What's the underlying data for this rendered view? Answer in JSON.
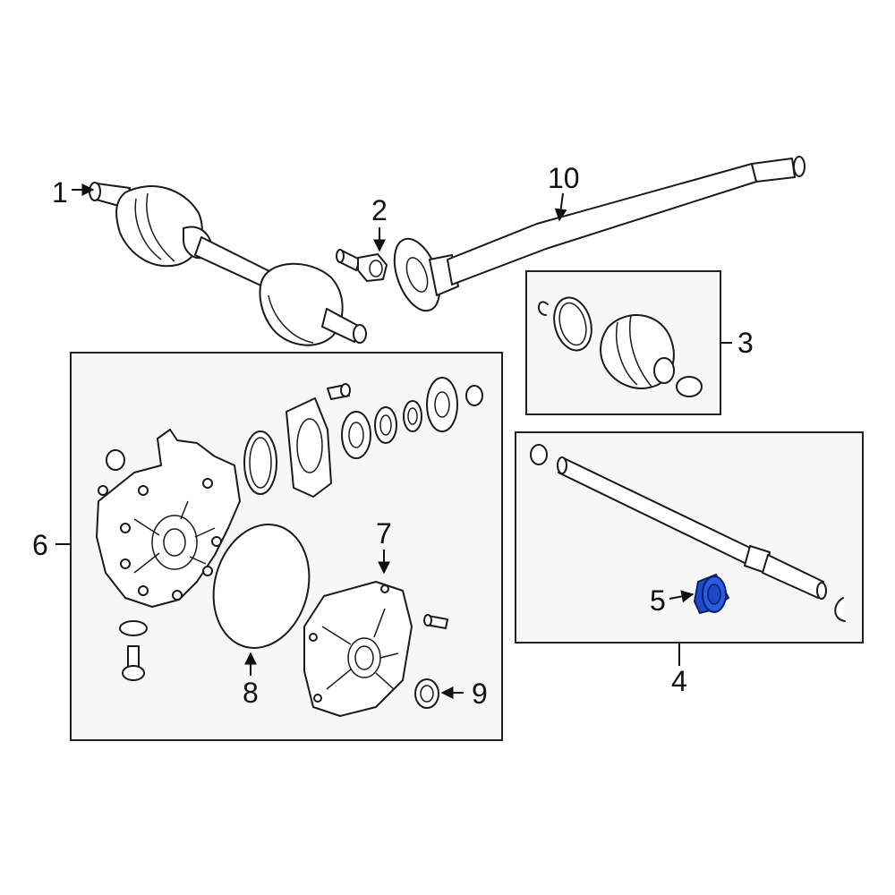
{
  "callouts": {
    "c1": "1",
    "c2": "2",
    "c3": "3",
    "c4": "4",
    "c5": "5",
    "c6": "6",
    "c7": "7",
    "c8": "8",
    "c9": "9",
    "c10": "10"
  },
  "colors": {
    "highlight": "#1f49c8",
    "line": "#1a1a1a",
    "box_fill": "#f7f7f7"
  }
}
